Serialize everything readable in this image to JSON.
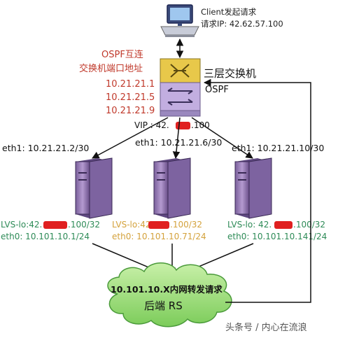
{
  "client": {
    "line1": "Client发起请求",
    "line2": "请求IP:  42.62.57.100"
  },
  "ospf": {
    "title1": "OSPF互连",
    "title2": "交换机端口地址",
    "ips": [
      "10.21.21.1",
      "10.21.21.5",
      "10.21.21.9"
    ]
  },
  "switch": {
    "name": "三层交换机",
    "protocol": "OSPF"
  },
  "vip": {
    "prefix": "VIP : 42.",
    "suffix": ".100"
  },
  "servers": [
    {
      "eth1": "eth1: 10.21.21.2/30",
      "lo_prefix": "LVS-lo:42.",
      "lo_suffix": ".100/32",
      "eth0": "eth0: 10.101.10.1/24"
    },
    {
      "eth1": "eth1: 10.21.21.6/30",
      "lo_prefix": "LVS-lo:42",
      "lo_suffix": ".100/32",
      "eth0": "eth0: 10.101.10.71/24"
    },
    {
      "eth1": "eth1: 10.21.21.10/30",
      "lo_prefix": "LVS-lo: 42.",
      "lo_suffix": ".100/32",
      "eth0": "eth0: 10.101.10.141/24"
    }
  ],
  "cloud": {
    "title": "10.101.10.X内网转发请求",
    "label": "后端 RS"
  },
  "watermark": "头条号 / 内心在流浪",
  "colors": {
    "red_text": "#c0392b",
    "green_text": "#2e8b57",
    "orange_text": "#d4a23c",
    "cloud_fill": "#9be07a",
    "server_fill": "#9c7fb8",
    "switch_top": "#e8c84a",
    "switch_bottom": "#b8a0d8",
    "redaction": "#e02020"
  }
}
